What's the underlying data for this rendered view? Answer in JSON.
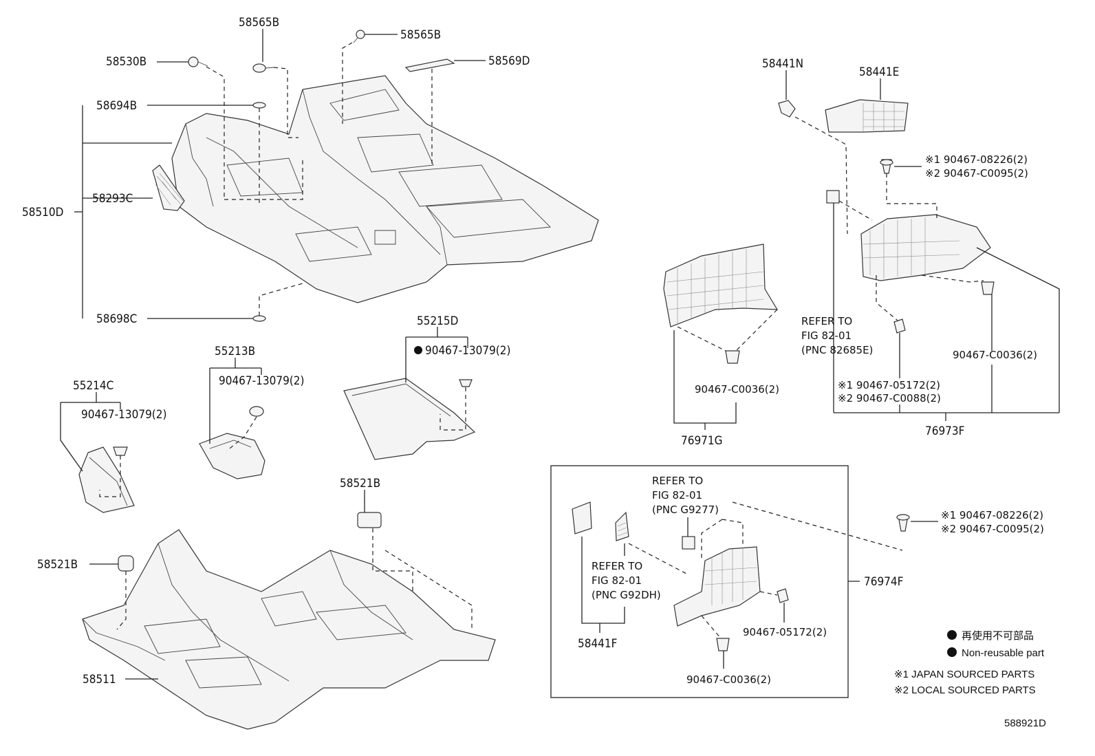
{
  "labels": {
    "p58565b_top": "58565B",
    "p58565b_right": "58565B",
    "p58530b": "58530B",
    "p58569d": "58569D",
    "p58694b": "58694B",
    "p58293c": "58293C",
    "p58510d": "58510D",
    "p58698c": "58698C",
    "p55215d": "55215D",
    "p55215d_clip": "90467-13079(2)",
    "p55213b": "55213B",
    "p55213b_clip": "90467-13079(2)",
    "p55214c": "55214C",
    "p55214c_clip": "90467-13079(2)",
    "p58521b_top": "58521B",
    "p58521b_left": "58521B",
    "p58511": "58511",
    "p58441n": "58441N",
    "p58441e": "58441E",
    "p76973f_clip1_a": "※1 90467-08226(2)",
    "p76973f_clip1_b": "※2 90467-C0095(2)",
    "p76973f_ref1": "REFER TO",
    "p76973f_ref2": "FIG 82-01",
    "p76973f_ref3": "(PNC 82685E)",
    "p76973f_clip2": "90467-C0036(2)",
    "p76973f_clip3_a": "※1 90467-05172(2)",
    "p76973f_clip3_b": "※2 90467-C0088(2)",
    "p76973f": "76973F",
    "p76971g_clip": "90467-C0036(2)",
    "p76971g": "76971G",
    "box_ref_a1": "REFER TO",
    "box_ref_a2": "FIG 82-01",
    "box_ref_a3": "(PNC G9277)",
    "box_ref_b1": "REFER TO",
    "box_ref_b2": "FIG 82-01",
    "box_ref_b3": "(PNC G92DH)",
    "p58441f": "58441F",
    "box_clip1": "90467-05172(2)",
    "box_clip2": "90467-C0036(2)",
    "p76974f": "76974F",
    "p76974f_clip_a": "※1 90467-08226(2)",
    "p76974f_clip_b": "※2 90467-C0095(2)"
  },
  "legend": {
    "nonreusable_jp": "再使用不可部品",
    "nonreusable_en": "Non-reusable part",
    "note1": "※1 JAPAN SOURCED PARTS",
    "note2": "※2 LOCAL SOURCED PARTS"
  },
  "figure_id": "588921D"
}
